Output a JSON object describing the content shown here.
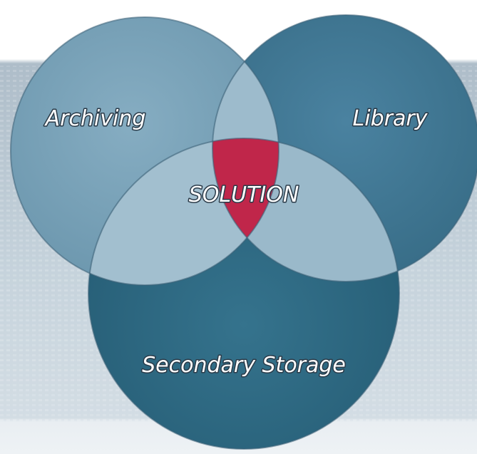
{
  "diagram": {
    "type": "venn",
    "sets": [
      {
        "id": "archiving",
        "label": "Archiving"
      },
      {
        "id": "library",
        "label": "Library"
      },
      {
        "id": "secondary-storage",
        "label": "Secondary Storage"
      }
    ],
    "center_label": "SOLUTION",
    "colors": {
      "archiving": "#77a2ba",
      "library": "#3e7690",
      "secondary_storage": "#2c6780",
      "pair_overlap": "#9fbccd",
      "center": "#c0264a",
      "background": "#d2dde5"
    }
  }
}
